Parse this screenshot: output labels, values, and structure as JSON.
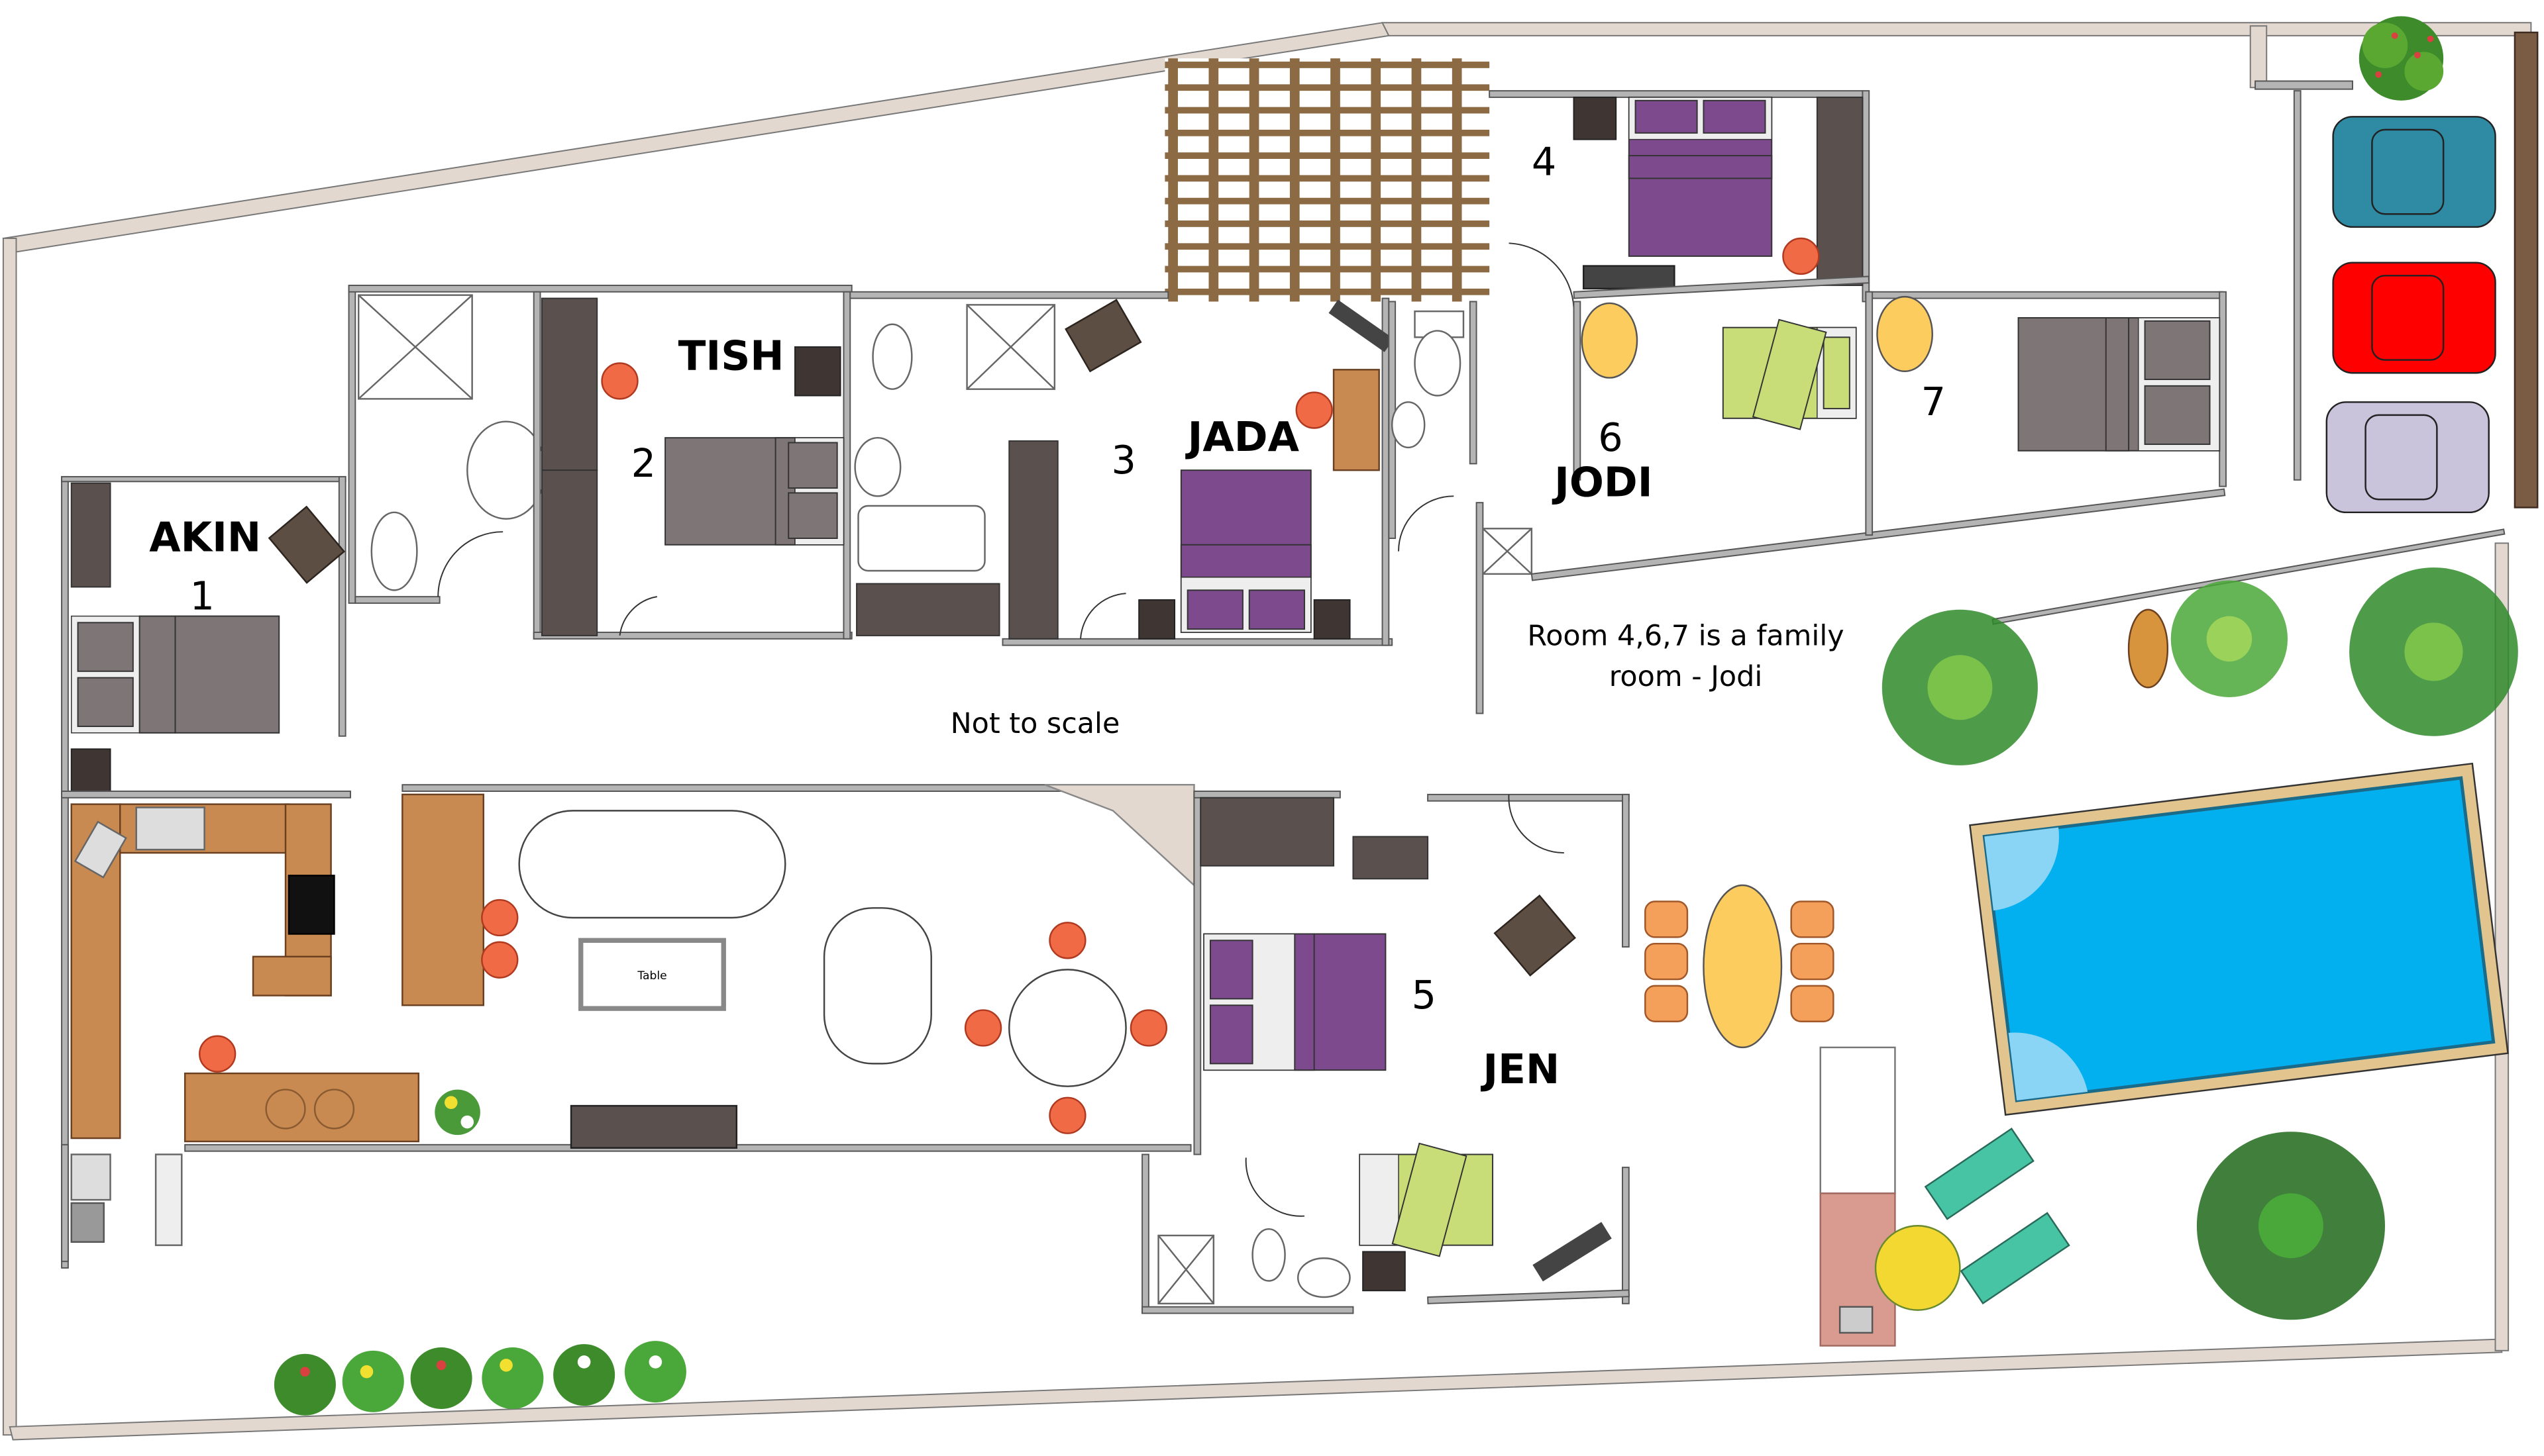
{
  "plan": {
    "notes": {
      "scale_note": "Not to scale",
      "family_room_note_line1": "Room 4,6,7 is a family",
      "family_room_note_line2": "room - Jodi"
    },
    "rooms": [
      {
        "number": "1",
        "occupant": "AKIN"
      },
      {
        "number": "2",
        "occupant": "TISH"
      },
      {
        "number": "3",
        "occupant": "JADA"
      },
      {
        "number": "4",
        "occupant": ""
      },
      {
        "number": "5",
        "occupant": "JEN"
      },
      {
        "number": "6",
        "occupant": "JODI"
      },
      {
        "number": "7",
        "occupant": ""
      }
    ],
    "furniture_labels": {
      "coffee_table": "Table"
    },
    "parking": {
      "cars": [
        {
          "color": "#2f8aa3",
          "name": "teal-car"
        },
        {
          "color": "#ff0000",
          "name": "red-car"
        },
        {
          "color": "#cac3dc",
          "name": "lavender-car"
        }
      ]
    },
    "colors": {
      "pool_water": "#03b0ef",
      "pool_edge": "#e2c48e",
      "bed_purple": "#7d4a8e",
      "bed_grey": "#7e7577",
      "bed_green": "#c8dc78",
      "chair_orange": "#f06a45",
      "wood": "#c98a52",
      "pergola": "#8b6a44"
    }
  }
}
